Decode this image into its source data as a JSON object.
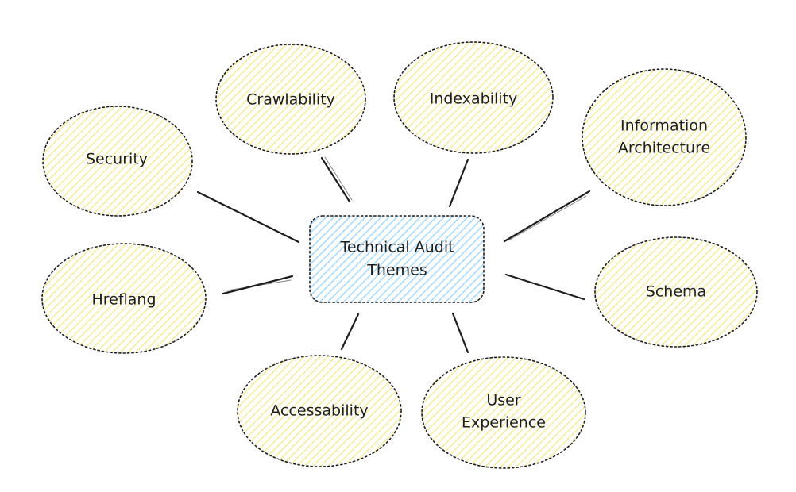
{
  "colors": {
    "topic_fill": "#f5ec9a",
    "center_fill": "#a5d8ff",
    "stroke": "#1e1e1e",
    "background": "#ffffff"
  },
  "center": {
    "lines": [
      "Technical Audit",
      "Themes"
    ]
  },
  "topics": [
    {
      "id": "crawlability",
      "lines": [
        "Crawlability"
      ]
    },
    {
      "id": "indexability",
      "lines": [
        "Indexability"
      ]
    },
    {
      "id": "information-architecture",
      "lines": [
        "Information",
        "Architecture"
      ]
    },
    {
      "id": "security",
      "lines": [
        "Security"
      ]
    },
    {
      "id": "schema",
      "lines": [
        "Schema"
      ]
    },
    {
      "id": "hreflang",
      "lines": [
        "Hreflang"
      ]
    },
    {
      "id": "accessability",
      "lines": [
        "Accessability"
      ]
    },
    {
      "id": "user-experience",
      "lines": [
        "User",
        "Experience"
      ]
    }
  ]
}
